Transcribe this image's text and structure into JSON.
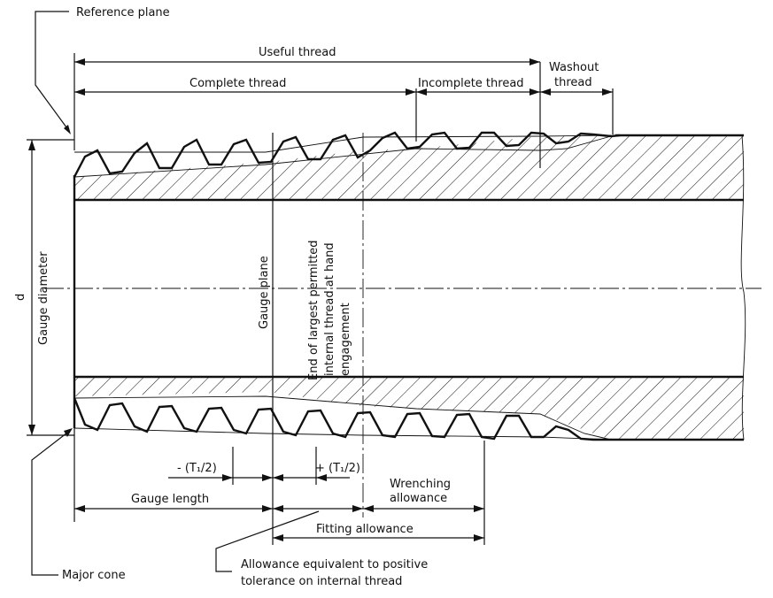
{
  "labels": {
    "reference_plane": "Reference plane",
    "useful_thread": "Useful thread",
    "complete_thread": "Complete thread",
    "incomplete_thread": "Incomplete thread",
    "washout_line1": "Washout",
    "washout_line2": "thread",
    "d_symbol": "d",
    "gauge_diameter": "Gauge diameter",
    "gauge_plane": "Gauge plane",
    "end_line1": "End of largest permitted",
    "end_line2": "internal thread at hand",
    "end_line3": "engagement",
    "minus_t": "- (T₁/2)",
    "plus_t": "+ (T₁/2)",
    "gauge_length": "Gauge length",
    "wrenching_line1": "Wrenching",
    "wrenching_line2": "allowance",
    "fitting_allowance": "Fitting allowance",
    "major_cone": "Major cone",
    "allowance_line1": "Allowance equivalent to positive",
    "allowance_line2": "tolerance on internal thread"
  },
  "colors": {
    "ink": "#111111",
    "background": "#ffffff"
  }
}
